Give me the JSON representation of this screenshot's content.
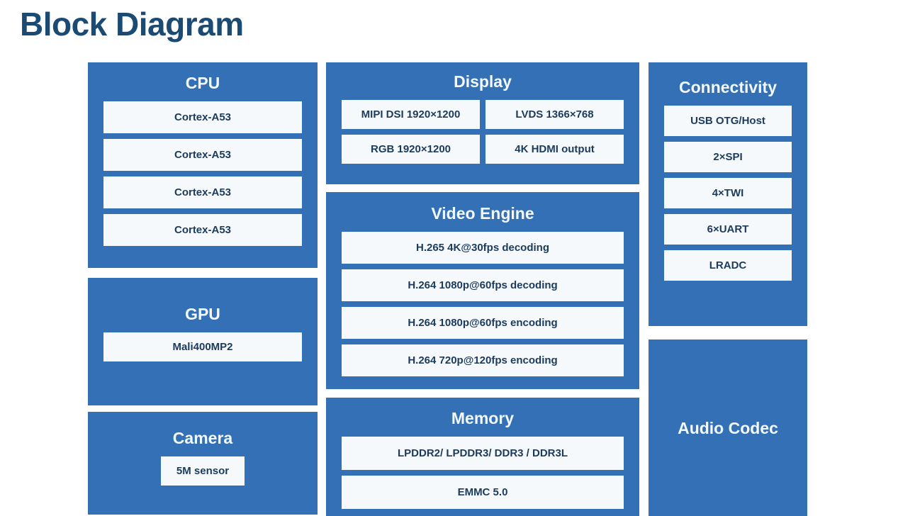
{
  "page": {
    "title": "Block Diagram",
    "accent_color": "#3370b5",
    "title_color": "#1b4a73",
    "item_bg_color": "#f5f9fc",
    "item_text_color": "#1b3a5c",
    "block_title_color": "#f3f8fc",
    "background_color": "#ffffff"
  },
  "columns": {
    "left": {
      "blocks": [
        {
          "title": "CPU",
          "items": [
            {
              "label": "Cortex-A53"
            },
            {
              "label": "Cortex-A53"
            },
            {
              "label": "Cortex-A53"
            },
            {
              "label": "Cortex-A53"
            }
          ]
        },
        {
          "title": "GPU",
          "items": [
            {
              "label": "Mali400MP2"
            }
          ]
        },
        {
          "title": "Camera",
          "items": [
            {
              "label": "5M sensor"
            }
          ]
        }
      ]
    },
    "middle": {
      "blocks": [
        {
          "title": "Display",
          "items": [
            {
              "label": "MIPI DSI 1920×1200"
            },
            {
              "label": "LVDS 1366×768"
            },
            {
              "label": "RGB 1920×1200"
            },
            {
              "label": "4K HDMI output"
            }
          ]
        },
        {
          "title": "Video Engine",
          "items": [
            {
              "label": "H.265 4K@30fps decoding"
            },
            {
              "label": "H.264 1080p@60fps decoding"
            },
            {
              "label": "H.264 1080p@60fps encoding"
            },
            {
              "label": "H.264 720p@120fps encoding"
            }
          ]
        },
        {
          "title": "Memory",
          "items": [
            {
              "label": "LPDDR2/ LPDDR3/ DDR3 / DDR3L"
            },
            {
              "label": "EMMC 5.0"
            }
          ]
        }
      ]
    },
    "right": {
      "blocks": [
        {
          "title": "Connectivity",
          "items": [
            {
              "label": "USB OTG/Host"
            },
            {
              "label": "2×SPI"
            },
            {
              "label": "4×TWI"
            },
            {
              "label": "6×UART"
            },
            {
              "label": "LRADC"
            }
          ]
        },
        {
          "title": "Audio Codec",
          "items": []
        }
      ]
    }
  }
}
